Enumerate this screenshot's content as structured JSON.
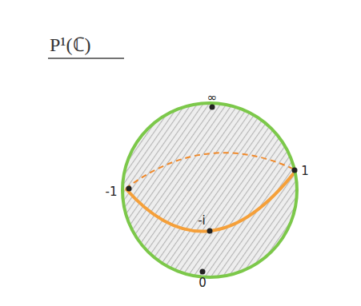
{
  "diagram": {
    "title": "P¹(ℂ)",
    "labels": [
      "∞",
      "-1",
      "1",
      "-i",
      "0"
    ]
  }
}
